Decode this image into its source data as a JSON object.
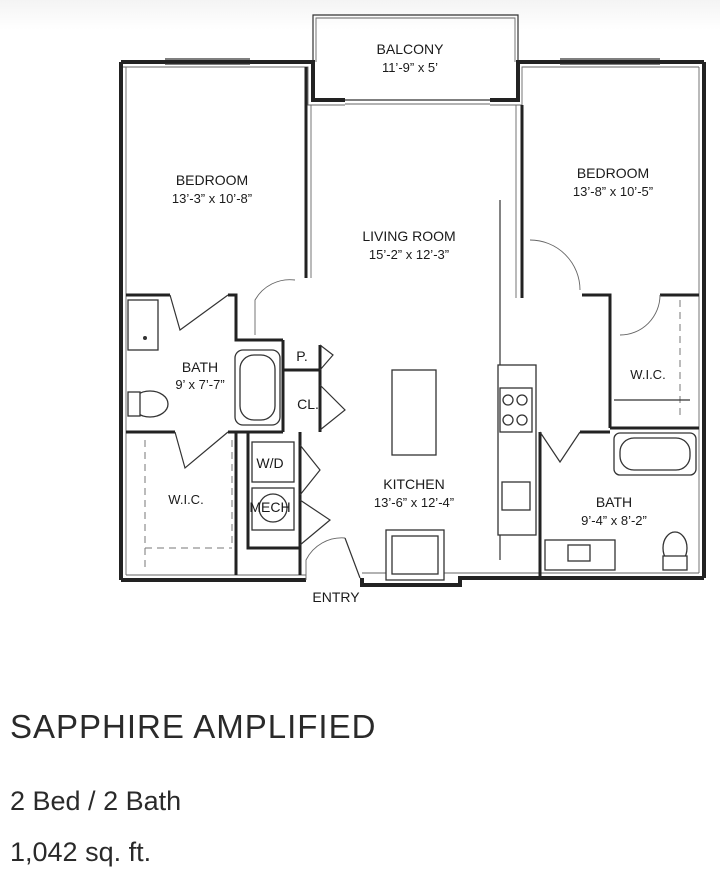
{
  "rooms": {
    "balcony": {
      "label": "BALCONY",
      "dims": "11’-9” x 5’"
    },
    "bedroom_left": {
      "label": "BEDROOM",
      "dims": "13’-3” x 10’-8”"
    },
    "bedroom_right": {
      "label": "BEDROOM",
      "dims": "13’-8” x 10’-5”"
    },
    "living_room": {
      "label": "LIVING ROOM",
      "dims": "15’-2” x 12’-3”"
    },
    "bath_left": {
      "label": "BATH",
      "dims": "9’ x 7’-7”"
    },
    "bath_right": {
      "label": "BATH",
      "dims": "9’-4” x 8’-2”"
    },
    "kitchen": {
      "label": "KITCHEN",
      "dims": "13’-6” x 12’-4”"
    },
    "wic_left": {
      "label": "W.I.C."
    },
    "wic_right": {
      "label": "W.I.C."
    },
    "pantry": {
      "label": "P."
    },
    "closet": {
      "label": "CL."
    },
    "laundry": {
      "label": "W/D"
    },
    "mech": {
      "label": "MECH"
    },
    "entry": {
      "label": "ENTRY"
    }
  },
  "plan": {
    "name": "SAPPHIRE AMPLIFIED",
    "beds_baths": "2 Bed / 2 Bath",
    "area": "1,042 sq. ft."
  }
}
